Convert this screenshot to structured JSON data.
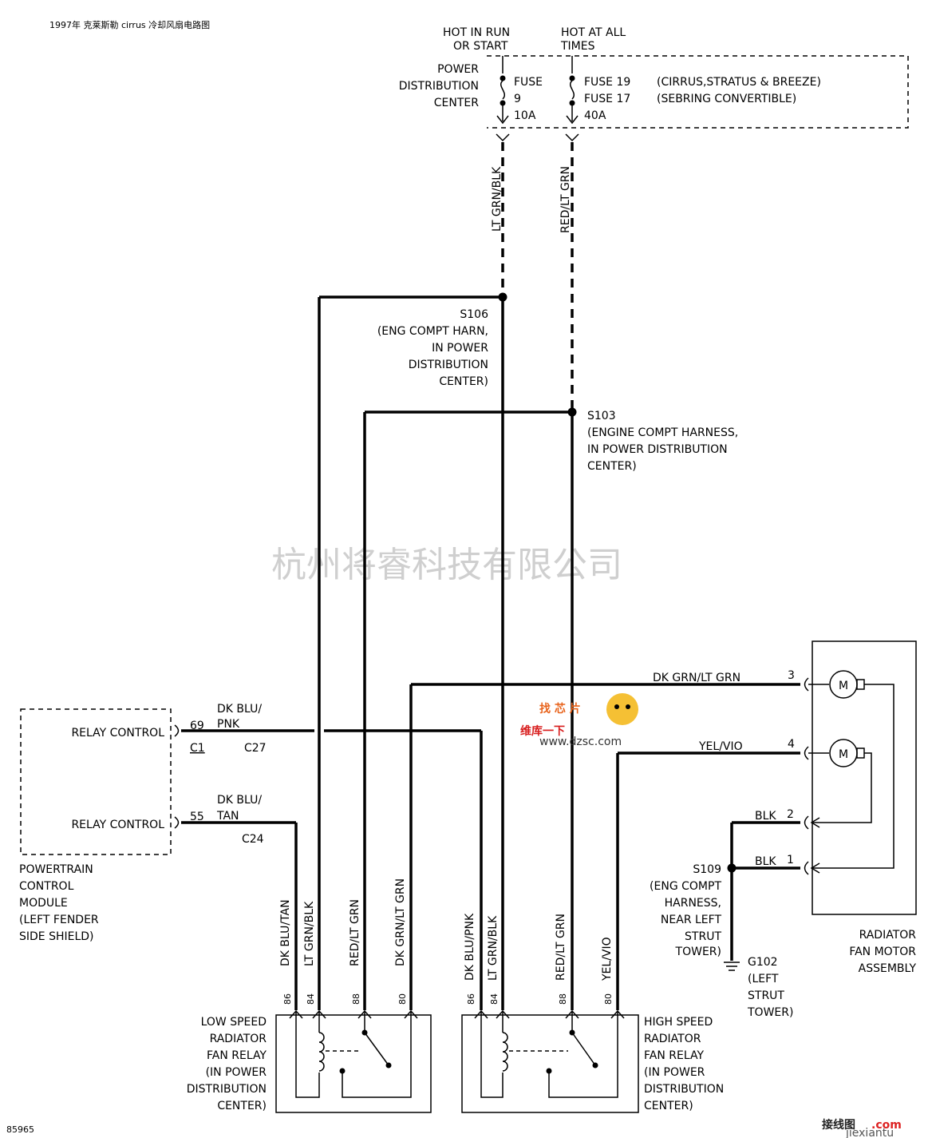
{
  "header": {
    "title": "1997年 克莱斯勒 cirrus 冷却风扇电路图"
  },
  "watermark": {
    "text": "杭州将睿科技有限公司"
  },
  "footer": {
    "code": "85965",
    "brand_left": "接线图",
    "brand_right": ".com",
    "brand_url": "jiexiantu"
  },
  "logo": {
    "top": "找 芯 片",
    "mid": "维库一下",
    "url": "www.dzsc.com"
  },
  "pdc": {
    "hot_run_1": "HOT IN RUN",
    "hot_run_2": "OR START",
    "hot_all_1": "HOT AT ALL",
    "hot_all_2": "TIMES",
    "label_1": "POWER",
    "label_2": "DISTRIBUTION",
    "label_3": "CENTER",
    "fuse_a_1": "FUSE",
    "fuse_a_2": "9",
    "fuse_a_3": "10A",
    "fuse_b_1": "FUSE 19",
    "fuse_b_2": "FUSE 17",
    "fuse_b_3": "40A",
    "note_1": "(CIRRUS,STRATUS & BREEZE)",
    "note_2": "(SEBRING CONVERTIBLE)"
  },
  "wires": {
    "lt_grn_blk": "LT GRN/BLK",
    "red_lt_grn": "RED/LT GRN",
    "dk_grn_lt_grn": "DK GRN/LT GRN",
    "yel_vio": "YEL/VIO",
    "dk_blu_pnk_1": "DK BLU/",
    "dk_blu_pnk_2": "PNK",
    "dk_blu_tan_1": "DK BLU/",
    "dk_blu_tan_2": "TAN",
    "blk_2": "BLK",
    "blk_1": "BLK",
    "v_dk_blu_tan": "DK BLU/TAN",
    "v_lt_grn_blk_a": "LT GRN/BLK",
    "v_red_lt_grn_a": "RED/LT GRN",
    "v_dk_grn_lt_grn": "DK GRN/LT GRN",
    "v_dk_blu_pnk": "DK BLU/PNK",
    "v_lt_grn_blk_b": "LT GRN/BLK",
    "v_red_lt_grn_b": "RED/LT GRN",
    "v_yel_vio": "YEL/VIO"
  },
  "splices": {
    "s106": [
      "S106",
      "(ENG COMPT HARN,",
      "IN POWER",
      "DISTRIBUTION",
      "CENTER)"
    ],
    "s103": [
      "S103",
      "(ENGINE COMPT HARNESS,",
      "IN POWER DISTRIBUTION",
      "CENTER)"
    ],
    "s109": [
      "S109",
      "(ENG COMPT",
      "HARNESS,",
      "NEAR LEFT",
      "STRUT",
      "TOWER)"
    ],
    "g102": [
      "G102",
      "(LEFT",
      "STRUT",
      "TOWER)"
    ]
  },
  "pcm": {
    "relay_control_1": "RELAY CONTROL",
    "relay_control_2": "RELAY CONTROL",
    "pin_69": "69",
    "pin_55": "55",
    "conn_c1": "C1",
    "conn_c27": "C27",
    "conn_c24": "C24",
    "label": [
      "POWERTRAIN",
      "CONTROL",
      "MODULE",
      "(LEFT FENDER",
      "SIDE SHIELD)"
    ]
  },
  "motor": {
    "pin_3": "3",
    "pin_4": "4",
    "pin_2": "2",
    "pin_1": "1",
    "symbol": "M",
    "label": [
      "RADIATOR",
      "FAN MOTOR",
      "ASSEMBLY"
    ]
  },
  "low_relay": {
    "pins": [
      "86",
      "84",
      "88",
      "80"
    ],
    "label": [
      "LOW SPEED",
      "RADIATOR",
      "FAN RELAY",
      "(IN POWER",
      "DISTRIBUTION",
      "CENTER)"
    ]
  },
  "high_relay": {
    "pins": [
      "86",
      "84",
      "88",
      "80"
    ],
    "label": [
      "HIGH SPEED",
      "RADIATOR",
      "FAN RELAY",
      "(IN POWER",
      "DISTRIBUTION",
      "CENTER)"
    ]
  }
}
